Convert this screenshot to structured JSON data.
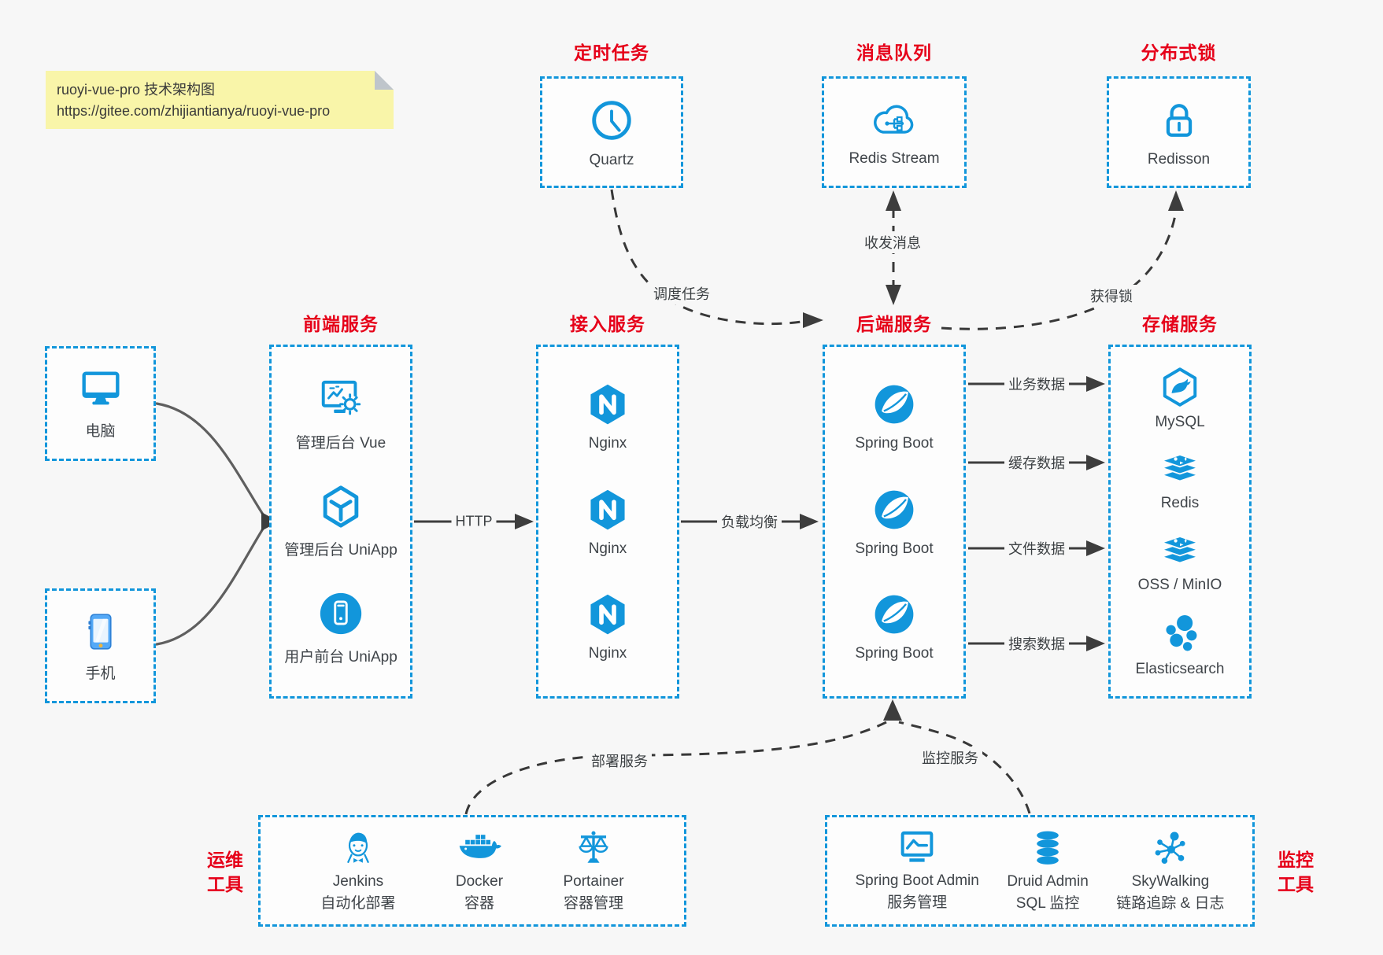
{
  "note": {
    "line1": "ruoyi-vue-pro 技术架构图",
    "line2": "https://gitee.com/zhijiantianya/ruoyi-vue-pro"
  },
  "colors": {
    "accent_blue": "#1296db",
    "title_red": "#e60019",
    "background": "#f7f7f7",
    "note_yellow": "#f9f5a9",
    "line_dark": "#3d3d3d"
  },
  "top_services": [
    {
      "title": "定时任务",
      "label": "Quartz",
      "icon": "clock-icon"
    },
    {
      "title": "消息队列",
      "label": "Redis Stream",
      "icon": "cloud-stream-icon"
    },
    {
      "title": "分布式锁",
      "label": "Redisson",
      "icon": "lock-icon"
    }
  ],
  "clients": [
    {
      "label": "电脑",
      "icon": "desktop-icon"
    },
    {
      "label": "手机",
      "icon": "smartphone-icon"
    }
  ],
  "columns": [
    {
      "title": "前端服务",
      "items": [
        {
          "label": "管理后台 Vue"
        },
        {
          "label": "管理后台 UniApp"
        },
        {
          "label": "用户前台 UniApp"
        }
      ]
    },
    {
      "title": "接入服务",
      "items": [
        {
          "label": "Nginx"
        },
        {
          "label": "Nginx"
        },
        {
          "label": "Nginx"
        }
      ]
    },
    {
      "title": "后端服务",
      "items": [
        {
          "label": "Spring Boot"
        },
        {
          "label": "Spring Boot"
        },
        {
          "label": "Spring Boot"
        }
      ]
    },
    {
      "title": "存储服务",
      "items": [
        {
          "label": "MySQL"
        },
        {
          "label": "Redis"
        },
        {
          "label": "OSS / MinIO"
        },
        {
          "label": "Elasticsearch"
        }
      ]
    }
  ],
  "tool_groups": [
    {
      "title_line1": "运维",
      "title_line2": "工具",
      "items": [
        {
          "name": "Jenkins",
          "subtitle": "自动化部署"
        },
        {
          "name": "Docker",
          "subtitle": "容器"
        },
        {
          "name": "Portainer",
          "subtitle": "容器管理"
        }
      ]
    },
    {
      "title_line1": "监控",
      "title_line2": "工具",
      "items": [
        {
          "name": "Spring Boot Admin",
          "subtitle": "服务管理"
        },
        {
          "name": "Druid Admin",
          "subtitle": "SQL 监控"
        },
        {
          "name": "SkyWalking",
          "subtitle": "链路追踪 & 日志"
        }
      ]
    }
  ],
  "edges": {
    "http": "HTTP",
    "load_balance": "负载均衡",
    "schedule": "调度任务",
    "message": "收发消息",
    "lock": "获得锁",
    "business_data": "业务数据",
    "cache_data": "缓存数据",
    "file_data": "文件数据",
    "search_data": "搜索数据",
    "deploy": "部署服务",
    "monitor": "监控服务"
  }
}
